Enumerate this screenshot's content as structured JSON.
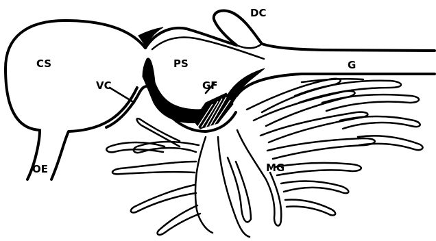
{
  "labels": {
    "cs": "CS",
    "ps": "PS",
    "dc": "DC",
    "g": "G",
    "vc": "VC",
    "gf": "GF",
    "mg": "MG",
    "oe": "OE"
  },
  "colors": {
    "ink": "#000000",
    "paper": "#ffffff"
  }
}
